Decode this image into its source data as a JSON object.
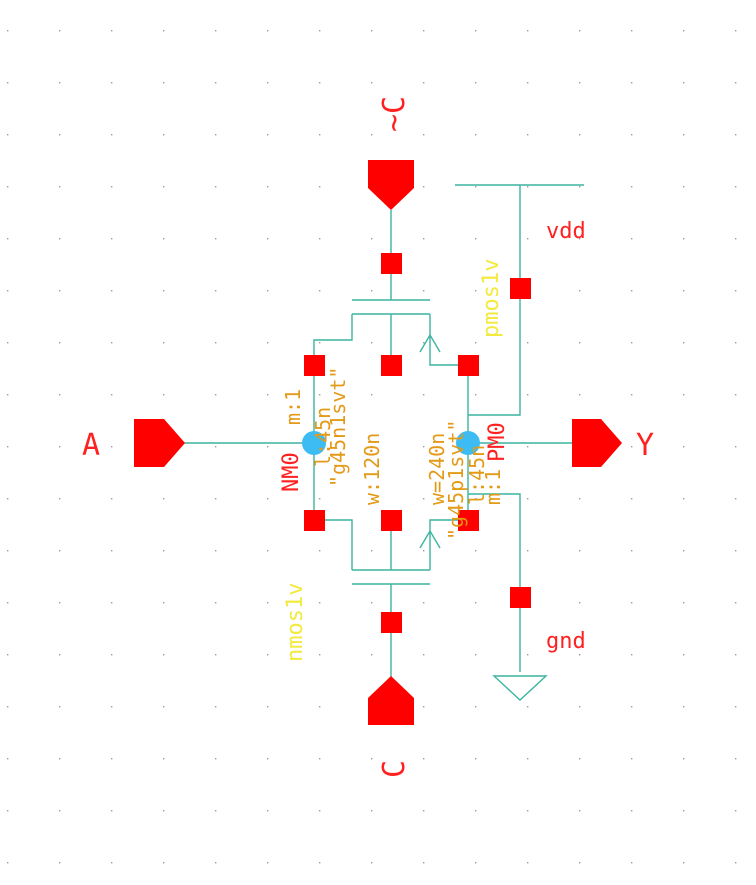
{
  "title": "",
  "pins": {
    "a": "A",
    "y": "Y",
    "c": "C",
    "c_bar": "~C"
  },
  "nets": {
    "vdd": "vdd",
    "gnd": "gnd"
  },
  "pmos": {
    "model": "pmos1v",
    "name": "PM0",
    "lib": "\"g45p1svt\"",
    "width": "w=240n",
    "length": "l:45n",
    "mult": "m:1"
  },
  "nmos": {
    "model": "nmos1v",
    "name": "NM0",
    "lib": "\"g45n1svt\"",
    "width": "w:120n",
    "length": "l:45n",
    "mult": "m:1"
  },
  "colors": {
    "background": "#ffffff",
    "wire": "#3cb4a0",
    "pin": "#ff0000",
    "label_red": "#ff2020",
    "label_yellow": "#f2ea3c",
    "label_orange": "#e39a17",
    "junction": "#3cbcf2",
    "grid_dot": "#9a9a9a"
  },
  "icons": [
    "input-pin-icon",
    "output-pin-icon",
    "ground-icon",
    "junction-dot-icon"
  ]
}
